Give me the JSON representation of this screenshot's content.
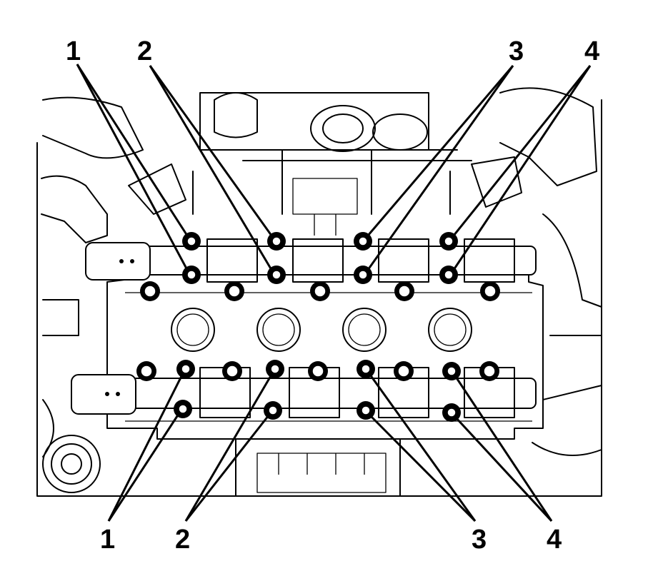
{
  "callouts": {
    "top": [
      "1",
      "2",
      "3",
      "4"
    ],
    "bottom": [
      "1",
      "2",
      "3",
      "4"
    ]
  }
}
